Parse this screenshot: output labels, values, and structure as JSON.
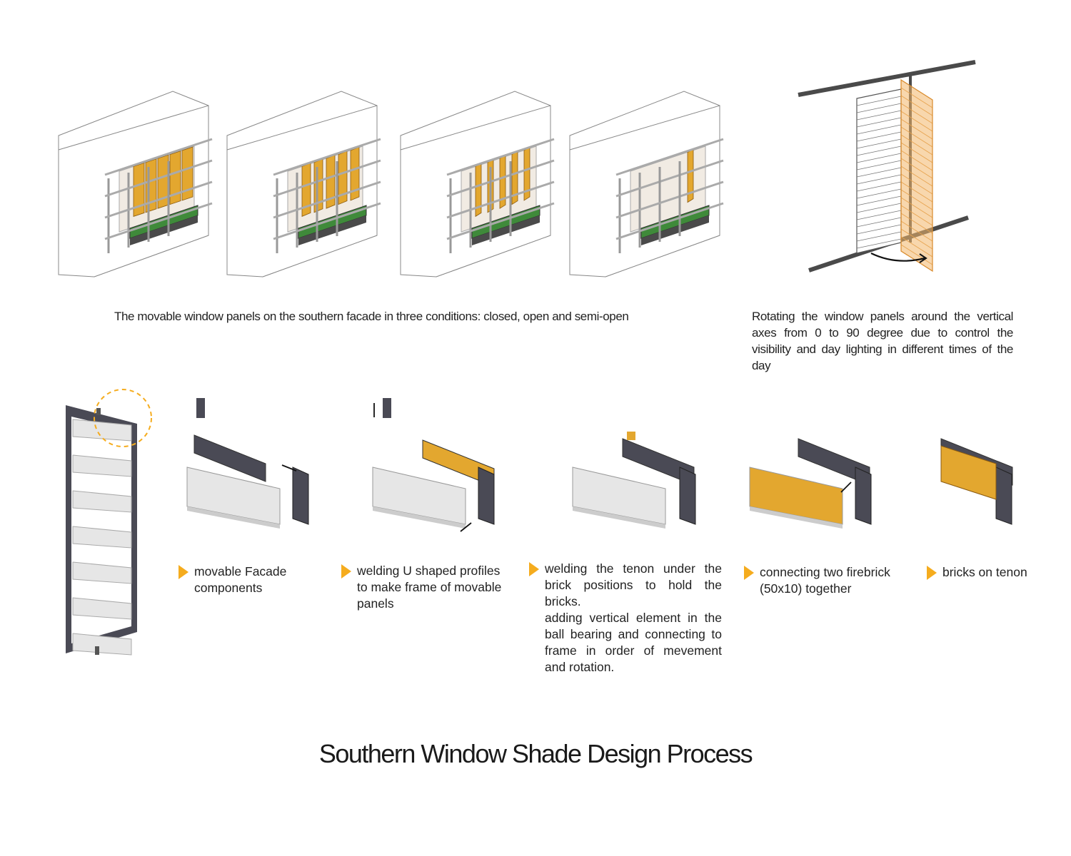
{
  "title": "Southern Window Shade Design Process",
  "captions": {
    "facades": "The movable  window panels on the southern facade in three conditions: closed, open and semi-open",
    "rotation": "Rotating the window panels around the vertical axes from 0 to 90 degree due to control the visibility and day lighting in different times of the day"
  },
  "steps": [
    {
      "text": "movable Facade components"
    },
    {
      "text": "welding U shaped profiles to make frame of movable panels"
    },
    {
      "text": "welding the tenon under the brick positions to hold the bricks.",
      "text2": "adding vertical element in the ball bearing and connecting to frame  in order of mevement and rotation."
    },
    {
      "text": "connecting two firebrick (50x10) together"
    },
    {
      "text": "bricks on tenon"
    }
  ],
  "colors": {
    "accent": "#f5ac1e",
    "steel": "#4a4a55",
    "brick": "#e3a72f",
    "green": "#3f8a3a",
    "panel": "#e6e6e6"
  },
  "facade_states": [
    "closed",
    "open",
    "semi-open",
    "semi-open"
  ]
}
